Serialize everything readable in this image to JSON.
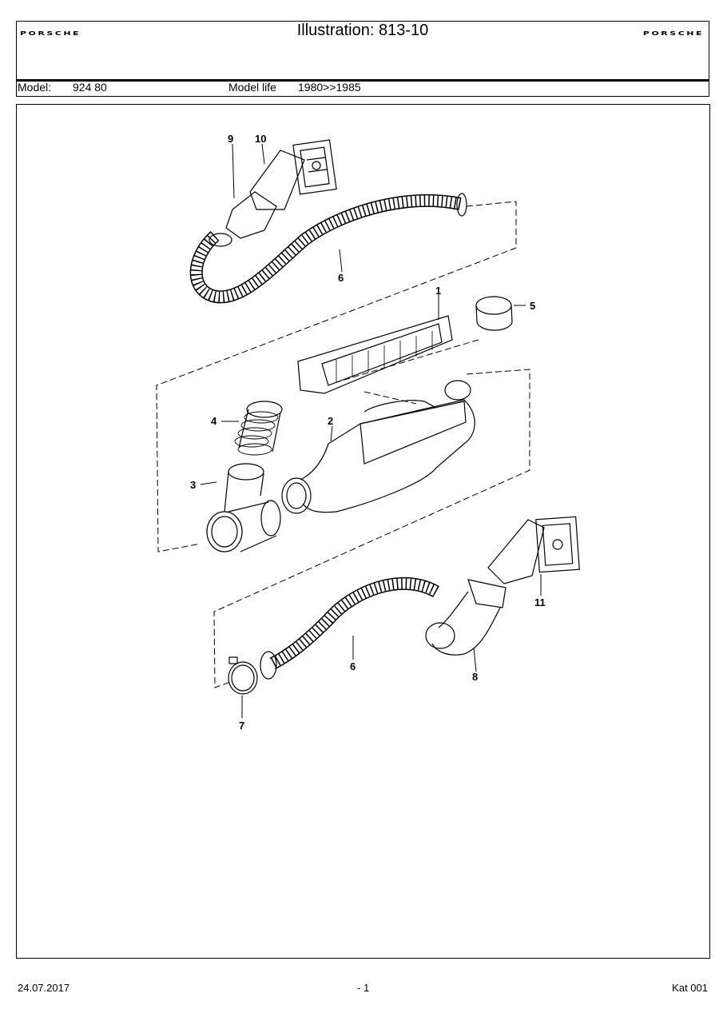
{
  "header": {
    "logo_left": "PORSCHE",
    "logo_right": "PORSCHE",
    "title": "Illustration: 813-10",
    "model_label": "Model:",
    "model_value": "924 80",
    "model_life_label": "Model life",
    "model_life_value": "1980>>1985"
  },
  "diagram": {
    "callouts": [
      "9",
      "10",
      "6",
      "1",
      "5",
      "4",
      "2",
      "3",
      "11",
      "6",
      "8",
      "7"
    ]
  },
  "footer": {
    "date": "24.07.2017",
    "page": "- 1",
    "catalog": "Kat 001"
  }
}
